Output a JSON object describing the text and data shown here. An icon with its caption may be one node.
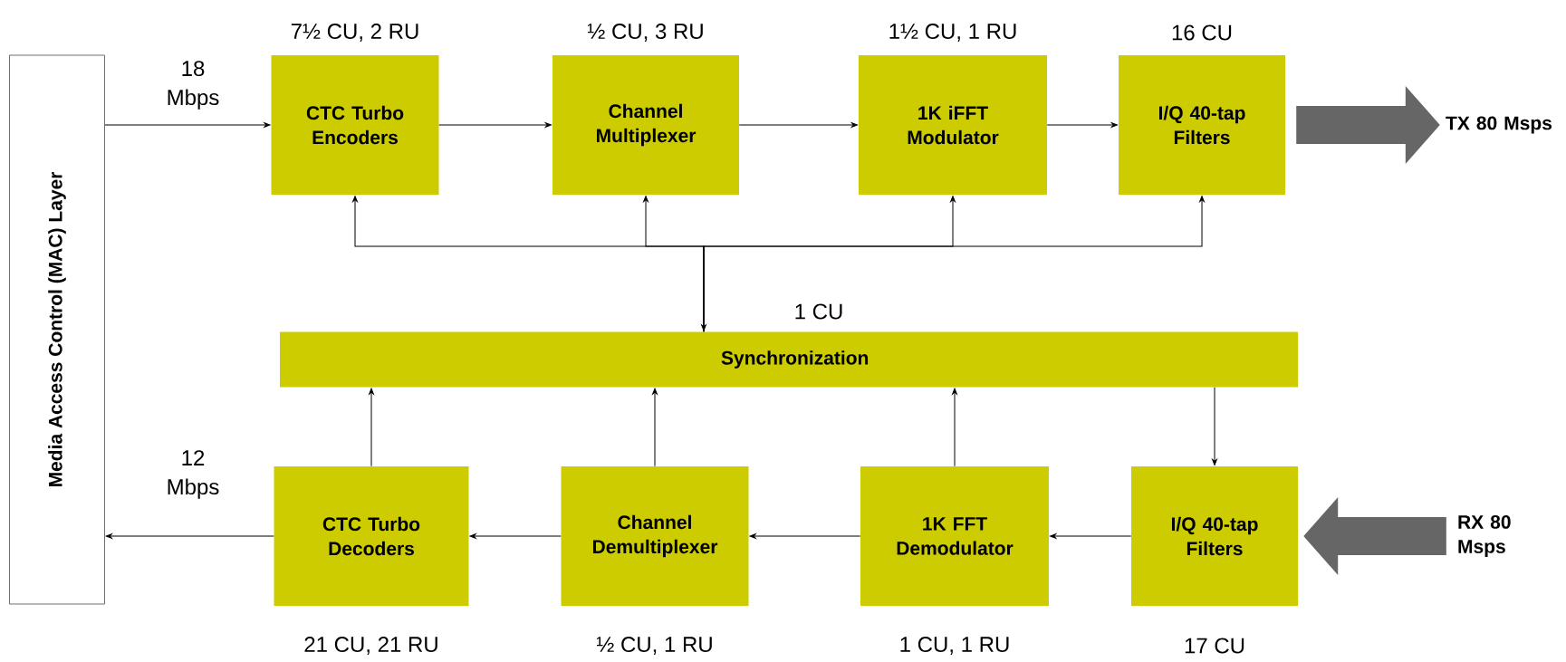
{
  "diagram": {
    "nodes": [
      {
        "text": [
          "Media Access Control (MAC) Layer"
        ]
      },
      {
        "text": [
          "CTC Turbo Encoders"
        ],
        "beside": [
          "7½ CU, 2 RU"
        ]
      },
      {
        "text": [
          "Channel Multiplexer"
        ],
        "beside": [
          "½ CU, 3 RU"
        ]
      },
      {
        "text": [
          "1K iFFT Modulator"
        ],
        "beside": [
          "1½ CU, 1 RU"
        ]
      },
      {
        "text": [
          "I/Q 40-tap Filters"
        ],
        "beside": [
          "16 CU"
        ]
      },
      {
        "text": [
          "Synchronization"
        ],
        "beside": [
          "1 CU"
        ]
      },
      {
        "text": [
          "CTC Turbo Decoders"
        ],
        "beside": [
          "21 CU, 21 RU"
        ]
      },
      {
        "text": [
          "Channel Demultiplexer"
        ],
        "beside": [
          "½ CU, 1 RU"
        ]
      },
      {
        "text": [
          "1K FFT Demodulator"
        ],
        "beside": [
          "1 CU, 1 RU"
        ]
      },
      {
        "text": [
          "I/Q 40-tap Filters"
        ],
        "beside": [
          "17 CU"
        ]
      },
      {
        "text": [
          "TX 80 Msps"
        ]
      },
      {
        "text": [
          "RX 80 Msps"
        ]
      }
    ],
    "edges": [
      {
        "from": 0,
        "to": 1,
        "arrow": "to",
        "label": "18 Mbps"
      },
      {
        "from": 1,
        "to": 2,
        "arrow": "to"
      },
      {
        "from": 2,
        "to": 3,
        "arrow": "to"
      },
      {
        "from": 3,
        "to": 4,
        "arrow": "to"
      },
      {
        "from": 5,
        "to": 1,
        "arrow": "both"
      },
      {
        "from": 5,
        "to": 2,
        "arrow": "to"
      },
      {
        "from": 5,
        "to": 3,
        "arrow": "to"
      },
      {
        "from": 5,
        "to": 4,
        "arrow": "to"
      },
      {
        "from": 6,
        "to": 5,
        "arrow": "to"
      },
      {
        "from": 7,
        "to": 5,
        "arrow": "to"
      },
      {
        "from": 8,
        "to": 5,
        "arrow": "to"
      },
      {
        "from": 5,
        "to": 9,
        "arrow": "to"
      },
      {
        "from": 9,
        "to": 8,
        "arrow": "to"
      },
      {
        "from": 8,
        "to": 7,
        "arrow": "to"
      },
      {
        "from": 7,
        "to": 6,
        "arrow": "to"
      },
      {
        "from": 6,
        "to": 0,
        "arrow": "to",
        "label": "12 Mbps"
      },
      {
        "from": 4,
        "to": 10,
        "arrow": "to",
        "style": "thick",
        "color": "#666666"
      },
      {
        "from": 11,
        "to": 9,
        "arrow": "to",
        "style": "thick",
        "color": "#666666"
      }
    ]
  }
}
